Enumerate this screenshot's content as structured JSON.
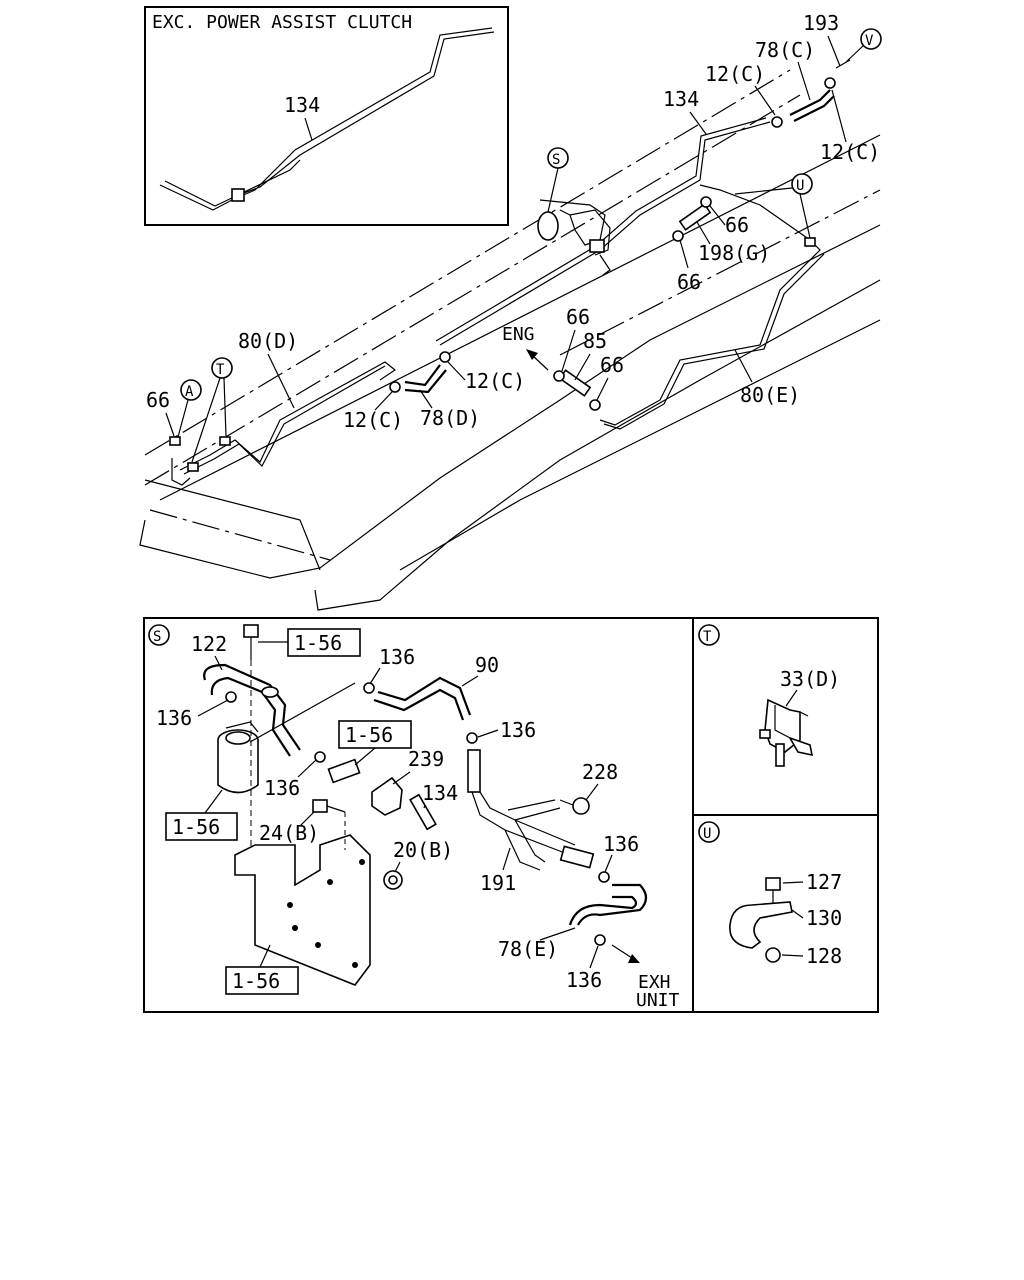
{
  "inset": {
    "title": "EXC. POWER ASSIST CLUTCH",
    "part": "134"
  },
  "callouts": [
    "S",
    "T",
    "U",
    "V",
    "A"
  ],
  "main_labels": {
    "p193": "193",
    "p78c": "78(C)",
    "p12c_a": "12(C)",
    "p12c_b": "12(C)",
    "p134": "134",
    "p66_a": "66",
    "p198g": "198(G)",
    "p66_b": "66",
    "p80d": "80(D)",
    "p66_c": "66",
    "p85": "85",
    "p66_d": "66",
    "p12c_c": "12(C)",
    "p66_e": "66",
    "p12c_d": "12(C)",
    "p78d": "78(D)",
    "p80e": "80(E)",
    "eng": "ENG"
  },
  "detail_s": {
    "callout": "S",
    "labels": {
      "p122": "122",
      "ref_a": "1-56",
      "p136_a": "136",
      "p90": "90",
      "p136_b": "136",
      "p136_c": "136",
      "ref_b": "1-56",
      "p239": "239",
      "p136_d": "136",
      "p134": "134",
      "p228": "228",
      "ref_c": "1-56",
      "p24b": "24(B)",
      "p20b": "20(B)",
      "p136_e": "136",
      "p191": "191",
      "p78e": "78(E)",
      "p136_f": "136",
      "exh_1": "EXH",
      "exh_2": "UNIT",
      "ref_d": "1-56"
    }
  },
  "detail_t": {
    "callout": "T",
    "p33d": "33(D)"
  },
  "detail_u": {
    "callout": "U",
    "p127": "127",
    "p130": "130",
    "p128": "128"
  }
}
